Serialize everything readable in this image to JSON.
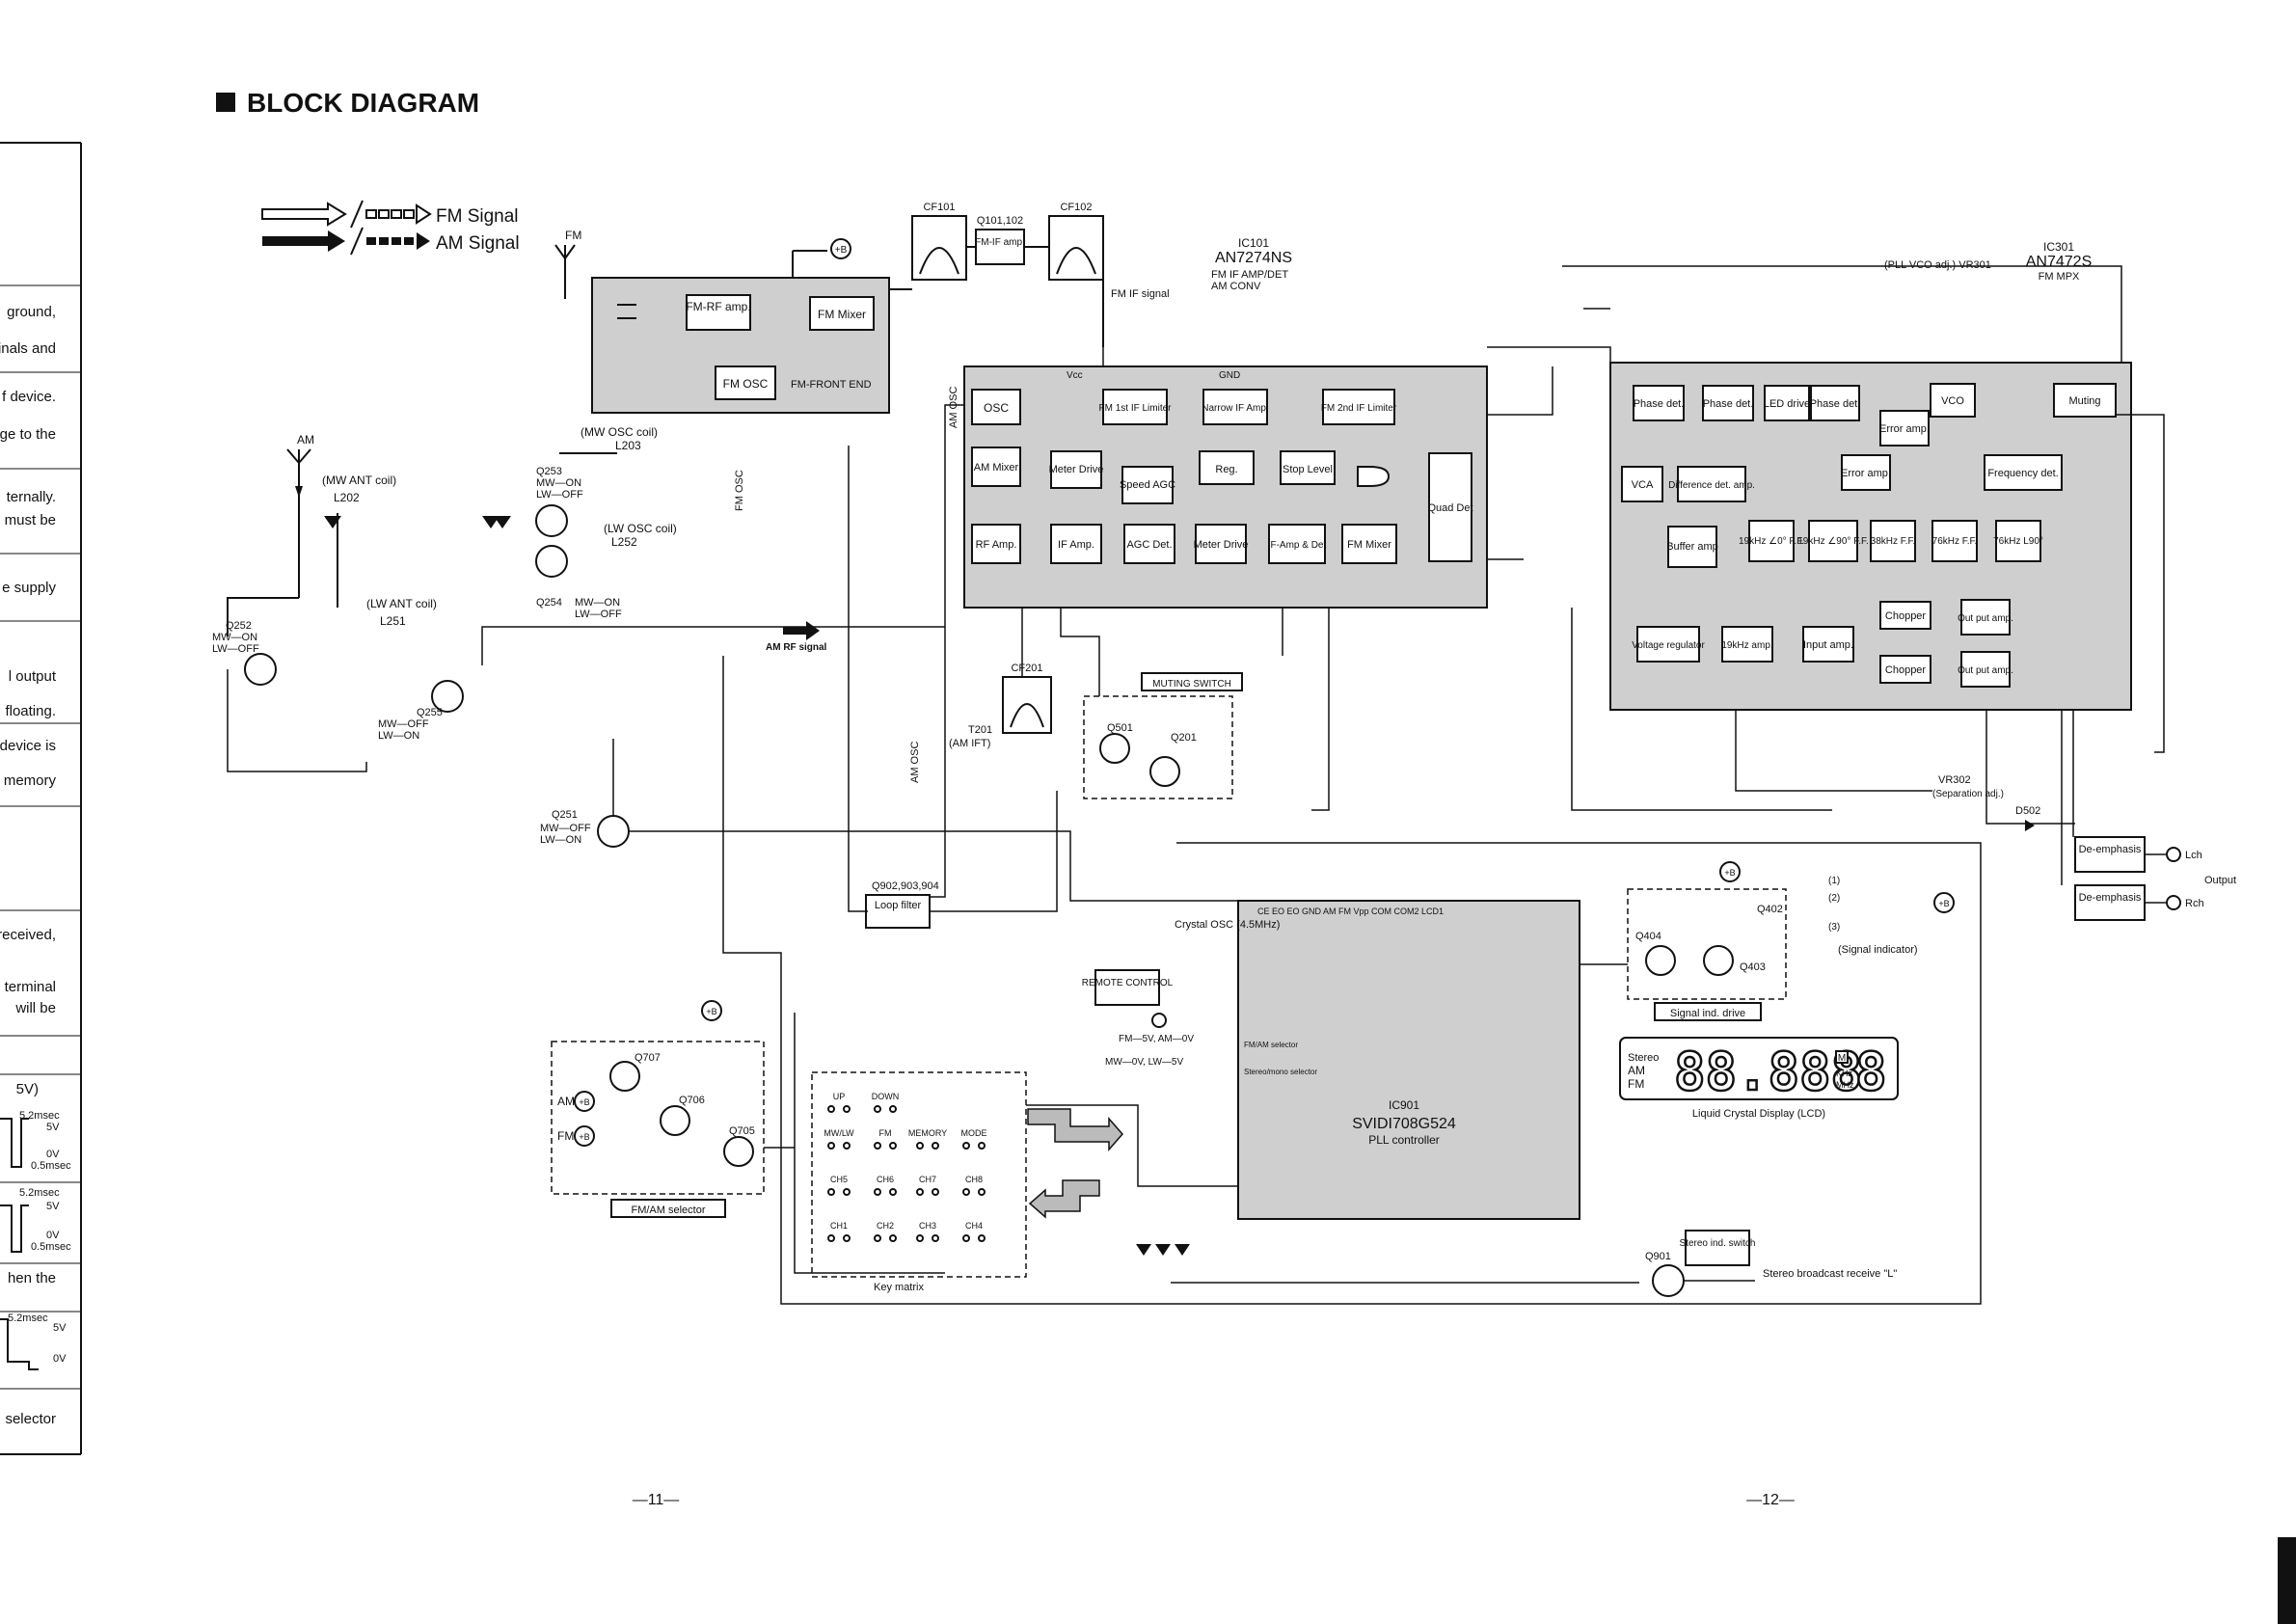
{
  "title": "BLOCK DIAGRAM",
  "legend": {
    "fm": "FM Signal",
    "am": "AM Signal"
  },
  "left_margin_text": [
    "ground,",
    "inals and",
    "f device.",
    "ge to the",
    "ternally.",
    "must be",
    "e supply",
    "l output",
    "floating.",
    "device is",
    "memory",
    "received,",
    "terminal",
    "will be",
    "5V)",
    "hen the",
    "selector"
  ],
  "waveform_labels": {
    "w1": "5.2msec",
    "w2": "5V",
    "w3": "0V",
    "w4": "0.5msec"
  },
  "front_end": {
    "fm_ant": "FM",
    "fm_rf_amp": "FM-RF amp.",
    "fm_mixer": "FM Mixer",
    "fm_osc": "FM OSC",
    "label": "FM-FRONT END",
    "plus_b": "+B"
  },
  "filters": {
    "cf101": "CF101",
    "cf102": "CF102",
    "q101": "Q101,102",
    "fm_if_amp": "FM-IF amp.",
    "fm_if_signal": "FM IF signal",
    "cf201": "CF201",
    "t201": "T201",
    "am_ift": "(AM IFT)"
  },
  "ic101": {
    "ref": "IC101",
    "part": "AN7274NS",
    "desc1": "FM IF AMP/DET",
    "desc2": "AM CONV",
    "blocks": {
      "osc": "OSC",
      "am_mixer": "AM Mixer",
      "rf_amp": "RF Amp.",
      "fm_1st": "FM 1st IF Limiter",
      "narrow": "Narrow IF Amp.",
      "fm_2nd": "FM 2nd IF Limiter",
      "meter_drive1": "Meter Drive",
      "speed_agc": "Speed AGC",
      "reg": "Reg.",
      "stop_level": "Stop Level",
      "quad_det": "Quad Det",
      "if_amp": "IF Amp.",
      "agc_det": "AGC Det.",
      "meter_drive2": "Meter Drive",
      "if_amp_det": "IF-Amp & Det",
      "fm_mixer": "FM Mixer"
    },
    "pin_vcc": "Vcc",
    "pin_gnd": "GND"
  },
  "ic301": {
    "ref": "IC301",
    "part": "AN7472S",
    "desc": "FM MPX",
    "vr301": "(PLL VCO adj.) VR301",
    "blocks": {
      "phase1": "Phase det.",
      "phase2": "Phase det.",
      "led": "LED drive",
      "phase3": "Phase det.",
      "vco": "VCO",
      "muting": "Muting",
      "error1": "Error amp.",
      "vca": "VCA",
      "diff": "Difference det. amp.",
      "error2": "Error amp.",
      "freq": "Frequency det.",
      "buffer": "Buffer amp",
      "f19a": "19kHz ∠0° F.F.",
      "f19b": "19kHz ∠90° F.F.",
      "f38": "38kHz F.F.",
      "f76a": "76kHz F.F.",
      "f76b": "76kHz L90°",
      "vreg": "Voltage regulator",
      "amp19": "19kHz amp.",
      "input_amp": "Input amp.",
      "chopper1": "Chopper",
      "chopper2": "Chopper",
      "out1": "Out put amp.",
      "out2": "Out put amp."
    }
  },
  "am_section": {
    "am_ant": "AM",
    "mw_ant": "(MW ANT coil)",
    "l202": "L202",
    "mw_osc": "(MW OSC coil)",
    "l203": "L203",
    "lw_osc": "(LW OSC coil)",
    "l252": "L252",
    "lw_ant": "(LW ANT coil)",
    "l251": "L251",
    "q252": "Q252",
    "q252_a": "MW—ON",
    "q252_b": "LW—OFF",
    "q253": "Q253",
    "q253_a": "MW—ON",
    "q253_b": "LW—OFF",
    "q254": "Q254",
    "q254_a": "MW—ON",
    "q254_b": "LW—OFF",
    "q255": "Q255",
    "q255_a": "MW—OFF",
    "q255_b": "LW—ON",
    "q251": "Q251",
    "q251_a": "MW—OFF",
    "q251_b": "LW—ON",
    "am_rf_signal": "AM RF signal",
    "am_osc": "AM OSC",
    "fm_osc": "FM OSC"
  },
  "muting": {
    "label": "MUTING SWITCH",
    "q501": "Q501",
    "q201": "Q201"
  },
  "loop_filter": {
    "ref": "Q902,903,904",
    "label": "Loop filter"
  },
  "ic901": {
    "ref": "IC901",
    "part": "SVIDI708G524",
    "desc": "PLL controller",
    "crystal": "Crystal OSC (4.5MHz)",
    "remote": "REMOTE CONTROL",
    "fm_am_sel": "FM/AM selector",
    "st_mono_sel": "Stereo/mono selector",
    "fm_5v": "FM—5V, AM—0V",
    "mw_0v": "MW—0V, LW—5V",
    "top_pins": "CE  EO  EO  GND  AM  FM  Vpp  COM  COM2  LCD1",
    "stereo_ind": "Stereo ind. switch",
    "q901": "Q901",
    "stereo_recv": "Stereo broadcast receive \"L\""
  },
  "key_matrix": {
    "label": "Key matrix",
    "keys": [
      "UP",
      "DOWN",
      "MW/LW",
      "FM",
      "MEMORY",
      "MODE",
      "CH5",
      "CH6",
      "CH7",
      "CH8",
      "CH1",
      "CH2",
      "CH3",
      "CH4"
    ]
  },
  "fm_am_selector": {
    "label": "FM/AM selector",
    "am": "AM",
    "fm": "FM",
    "q707": "Q707",
    "q706": "Q706",
    "q705": "Q705"
  },
  "signal_ind": {
    "label": "Signal ind. drive",
    "q404": "Q404",
    "q403": "Q403",
    "q402": "Q402",
    "indicator": "(Signal indicator)",
    "n1": "(1)",
    "n2": "(2)",
    "n3": "(3)"
  },
  "lcd": {
    "label": "Liquid Crystal Display (LCD)",
    "stereo": "Stereo",
    "am": "AM",
    "fm": "FM",
    "digits": "88.888",
    "m": "M",
    "khz": "KHz",
    "mhz": "MHz",
    "last": "8"
  },
  "outputs": {
    "deemph1": "De-emphasis",
    "deemph2": "De-emphasis",
    "lch": "Lch",
    "rch": "Rch",
    "output": "Output",
    "d502": "D502",
    "vr302": "VR302",
    "separation": "(Separation adj.)"
  },
  "page_numbers": {
    "left": "—11—",
    "right": "—12—"
  }
}
